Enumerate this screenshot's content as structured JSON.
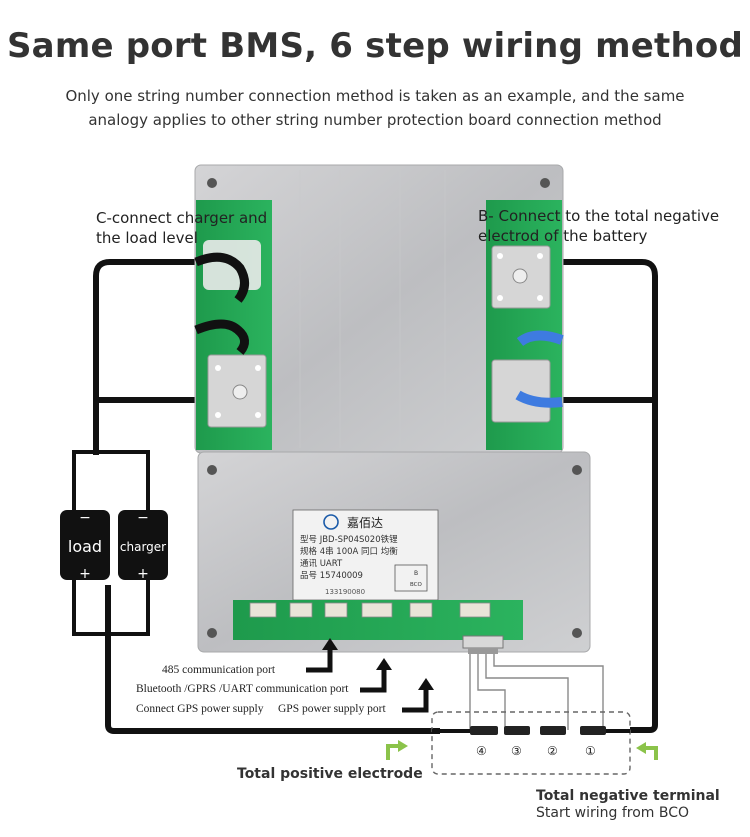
{
  "header": {
    "title": "Same port BMS, 6 step wiring method",
    "subtitle_line1": "Only one string number connection method is taken as an example, and the same",
    "subtitle_line2": "analogy applies to other string number protection board connection method"
  },
  "labels": {
    "c_connect_line1": "C-connect charger and",
    "c_connect_line2": "the load level",
    "b_connect_line1": "B- Connect to the total negative",
    "b_connect_line2": "electrod of  the battery"
  },
  "batteries": {
    "load": {
      "label": "load",
      "minus": "−",
      "plus": "+"
    },
    "charger": {
      "label": "charger",
      "minus": "−",
      "plus": "+"
    }
  },
  "board_label": {
    "brand": "嘉佰达",
    "row1": "型号  JBD-SP04S020铁锂",
    "row2": "规格  4串 100A 同口 均衡",
    "row3": "通讯  UART",
    "row4": "品号  15740009",
    "serial": "133190080",
    "corner": "B",
    "corner2": "BCO"
  },
  "ports": {
    "p485": "485 communication port",
    "bluetooth": "Bluetooth /GPRS /UART communication port",
    "gps_connect": "Connect GPS power supply",
    "gps_port": "GPS power supply port"
  },
  "cells": [
    "④",
    "③",
    "②",
    "①"
  ],
  "bottom": {
    "positive": "Total positive electrode",
    "negative": "Total negative terminal",
    "start": "Start wiring from BCO"
  }
}
